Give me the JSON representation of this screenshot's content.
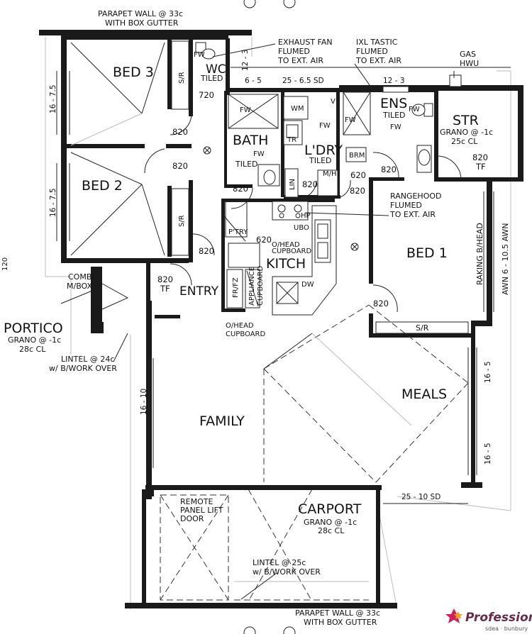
{
  "rooms": {
    "bed3": "BED 3",
    "bed2": "BED 2",
    "bed1": "BED 1",
    "wc": "WC",
    "wc_tiled": "TILED",
    "bath": "BATH",
    "bath_tiled": "TILED",
    "ldry": "L'DRY",
    "ldry_tiled": "TILED",
    "ens": "ENS",
    "ens_tiled": "TILED",
    "str": "STR",
    "str_note_1": "GRANO @ -1c",
    "str_note_2": "25c CL",
    "kitch": "KITCH",
    "entry": "ENTRY",
    "family": "FAMILY",
    "meals": "MEALS",
    "carport": "CARPORT",
    "carport_note_1": "GRANO @ -1c",
    "carport_note_2": "28c CL",
    "portico": "PORTICO",
    "portico_note_1": "GRANO @ -1c",
    "portico_note_2": "28c CL",
    "ptry": "P'TRY"
  },
  "notes": {
    "parapet_top_1": "PARAPET WALL @ 33c",
    "parapet_top_2": "WITH BOX GUTTER",
    "parapet_bottom_1": "PARAPET WALL @ 33c",
    "parapet_bottom_2": "WITH BOX GUTTER",
    "exhaust_1": "EXHAUST FAN",
    "exhaust_2": "FLUMED",
    "exhaust_3": "TO EXT. AIR",
    "ixl_1": "IXL TASTIC",
    "ixl_2": "FLUMED",
    "ixl_3": "TO EXT. AIR",
    "gas_1": "GAS",
    "gas_2": "HWU",
    "rangehood_1": "RANGEHOOD",
    "rangehood_2": "FLUMED",
    "rangehood_3": "TO EXT. AIR",
    "lintel_portico_1": "LINTEL @ 24c",
    "lintel_portico_2": "w/ B/WORK OVER",
    "lintel_carport_1": "LINTEL @ 25c",
    "lintel_carport_2": "w/ B/WORK OVER",
    "remote_1": "REMOTE",
    "remote_2": "PANEL LIFT",
    "remote_3": "DOOR",
    "combi_1": "COMBI",
    "combi_2": "M/BOX",
    "ohead_1": "O/HEAD",
    "ohead_2": "CUPBOARD",
    "ohead_kitch_1": "O/HEAD",
    "ohead_kitch_2": "CUPBOARD",
    "appliance_1": "APPLIANCE",
    "appliance_2": "CUPBOARD",
    "raking": "RAKING B/HEAD",
    "awn": "AWN 6 - 10.5 AWN",
    "left_120": "120"
  },
  "fixtures": {
    "fw": "FW",
    "wm": "WM",
    "tr": "TR",
    "lin": "LIN",
    "brm": "BRM",
    "mh": "M/H",
    "hp": "HP",
    "ubo": "UBO",
    "dw": "DW",
    "frfz": "FR/FZ",
    "sr": "S/R",
    "v": "V"
  },
  "dimensions": {
    "d16_75_top": "16 - 7.5",
    "d16_75_mid": "16 - 7.5",
    "d12_3_left": "12 - 3",
    "d6_5": "6 - 5",
    "d25_65": "25 - 6.5 SD",
    "d12_3_right": "12 - 3",
    "d16_10": "16 - 10",
    "d16_5_a": "16 - 5",
    "d16_5_b": "16 - 5",
    "d25_10": "25 - 10 SD"
  },
  "doors": {
    "d720": "720",
    "d820_bed3": "820",
    "d820_bed2": "820",
    "d820_bath": "820",
    "d820_ldry": "820",
    "d820_ens": "820",
    "d820_str_1": "820",
    "d820_str_2": "TF",
    "d620_ldry": "620",
    "d820_ldry2": "820",
    "d620_ptry": "620",
    "d820_hall": "820",
    "d820_tf_1": "820",
    "d820_tf_2": "TF",
    "d820_bed1": "820"
  },
  "logo": {
    "name": "Professionals",
    "sub": "sdea · bunbury"
  }
}
